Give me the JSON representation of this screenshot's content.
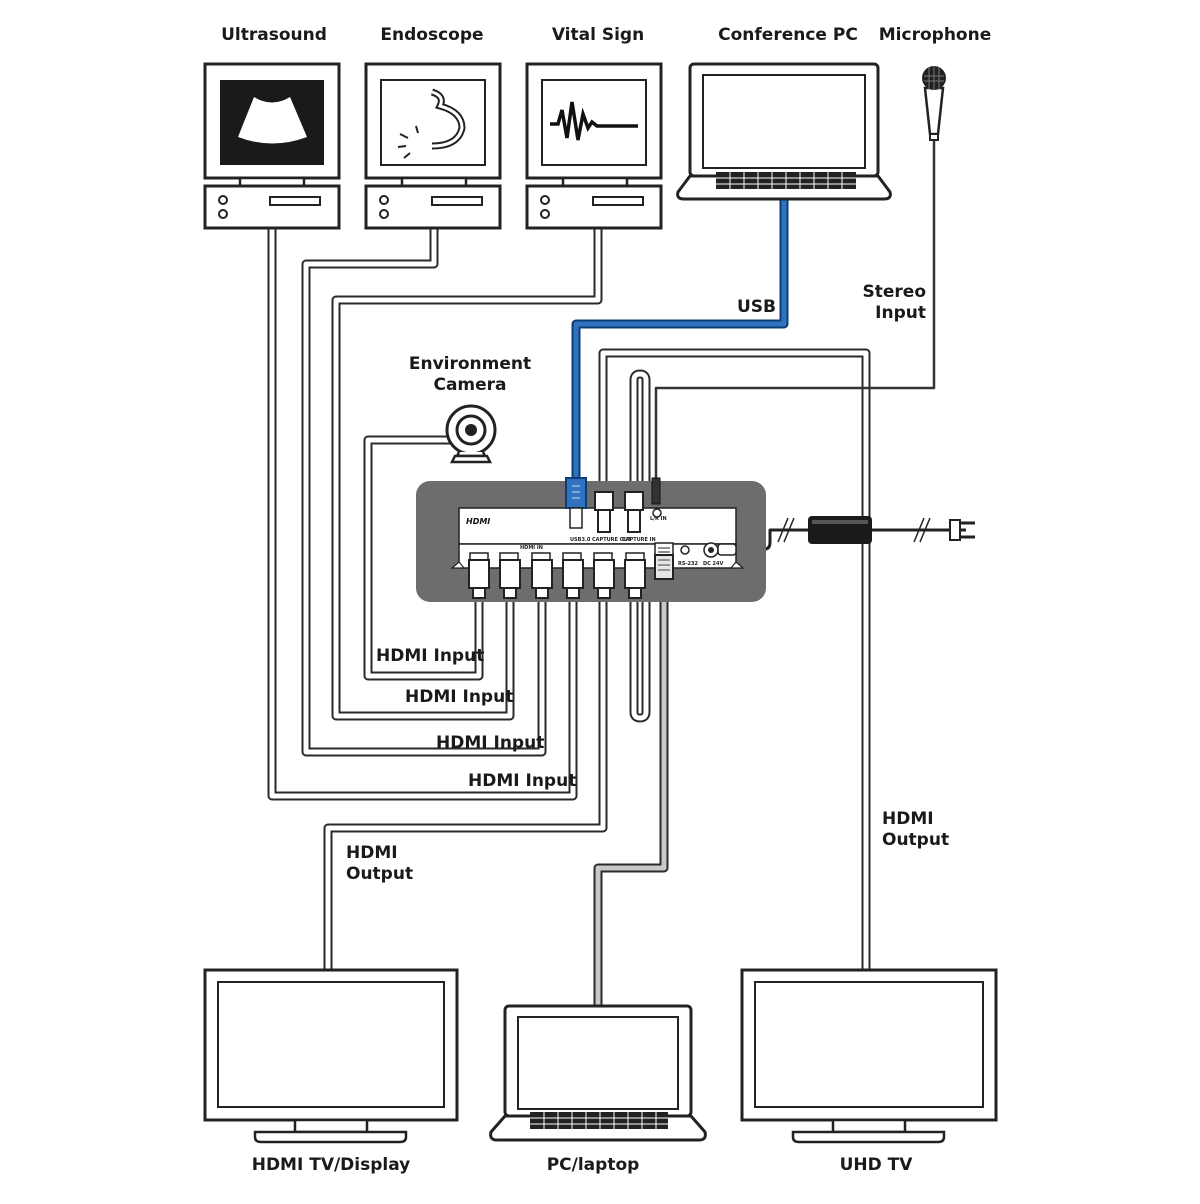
{
  "sources": {
    "ultrasound": "Ultrasound",
    "endoscope": "Endoscope",
    "vital_sign": "Vital Sign",
    "conference_pc": "Conference PC",
    "microphone": "Microphone"
  },
  "links": {
    "usb": "USB",
    "stereo_line1": "Stereo",
    "stereo_line2": "Input",
    "camera_line1": "Environment",
    "camera_line2": "Camera",
    "hdmi_input_1": "HDMI Input",
    "hdmi_input_2": "HDMI Input",
    "hdmi_input_3": "HDMI Input",
    "hdmi_input_4": "HDMI Input",
    "hdmi_output_left_1": "HDMI",
    "hdmi_output_left_2": "Output",
    "hdmi_output_right_1": "HDMI",
    "hdmi_output_right_2": "Output"
  },
  "device": {
    "brand": "HDMI",
    "usb_port": "USB3.0",
    "capture_out": "CAPTURE OUT",
    "capture_in": "CAPTURE IN",
    "hdmi_in": "HDMI IN",
    "audio_in": "L/R IN",
    "rs232": "RS-232",
    "dc": "DC 24V"
  },
  "displays": {
    "hdmi_tv": "HDMI TV/Display",
    "pc_laptop": "PC/laptop",
    "uhd_tv": "UHD TV"
  },
  "colors": {
    "usb_cable": "#1f5fa8",
    "device_plate": "#6d6d6d",
    "cable_outline": "#2a2a2a"
  }
}
